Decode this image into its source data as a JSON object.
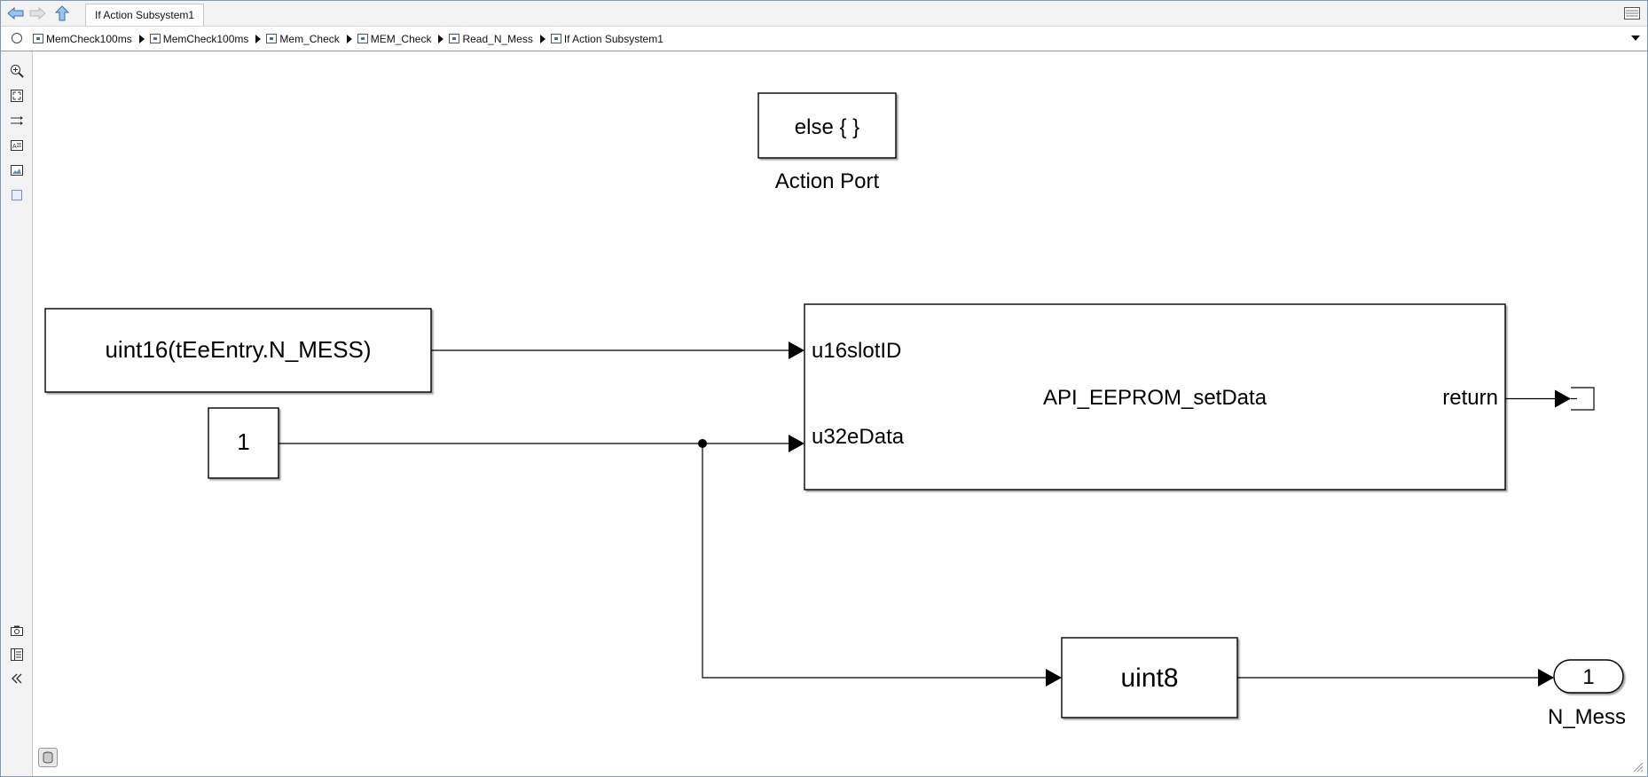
{
  "window": {
    "tab_title": "If Action Subsystem1"
  },
  "toolbar": {
    "back_icon": "back-arrow-icon",
    "forward_icon": "forward-arrow-icon",
    "up_icon": "up-arrow-icon"
  },
  "breadcrumb": {
    "items": [
      "MemCheck100ms",
      "MemCheck100ms",
      "Mem_Check",
      "MEM_Check",
      "Read_N_Mess",
      "If Action Subsystem1"
    ]
  },
  "left_tools": [
    "zoom-icon",
    "fit-view-icon",
    "route-lines-icon",
    "annotation-icon",
    "image-icon",
    "area-icon",
    "screenshot-icon",
    "model-browser-icon",
    "collapse-icon"
  ],
  "diagram": {
    "action_port": {
      "label": "else { }",
      "name": "Action Port"
    },
    "constant_expr": {
      "label": "uint16(tEeEntry.N_MESS)"
    },
    "constant_one": {
      "label": "1"
    },
    "function_block": {
      "name": "API_EEPROM_setData",
      "in_port_1": "u16slotID",
      "in_port_2": "u32eData",
      "out_port": "return"
    },
    "convert_block": {
      "label": "uint8"
    },
    "outport": {
      "number": "1",
      "name": "N_Mess"
    }
  }
}
